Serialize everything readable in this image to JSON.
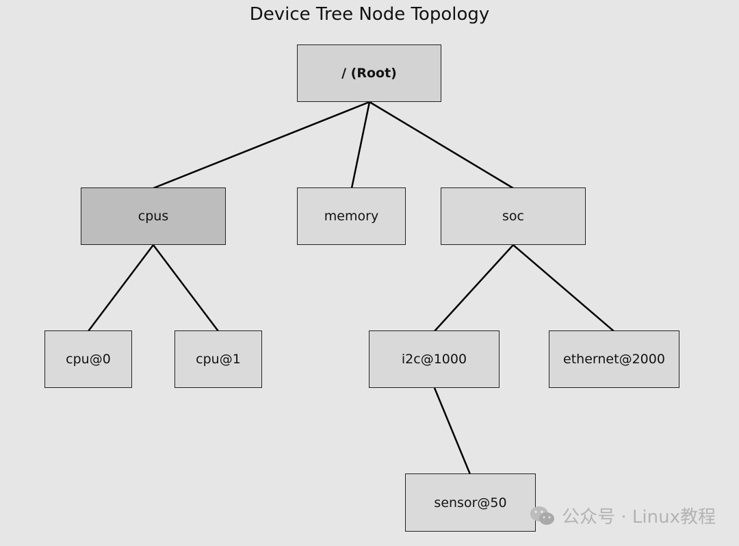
{
  "title": "Device Tree Node Topology",
  "nodes": {
    "root": "/ (Root)",
    "cpus": "cpus",
    "memory": "memory",
    "soc": "soc",
    "cpu0": "cpu@0",
    "cpu1": "cpu@1",
    "i2c": "i2c@1000",
    "ethernet": "ethernet@2000",
    "sensor": "sensor@50"
  },
  "edges": [
    [
      "root",
      "cpus"
    ],
    [
      "root",
      "memory"
    ],
    [
      "root",
      "soc"
    ],
    [
      "cpus",
      "cpu0"
    ],
    [
      "cpus",
      "cpu1"
    ],
    [
      "soc",
      "i2c"
    ],
    [
      "soc",
      "ethernet"
    ],
    [
      "i2c",
      "sensor"
    ]
  ],
  "watermark": {
    "text": "公众号 · Linux教程",
    "icon": "wechat-icon"
  }
}
